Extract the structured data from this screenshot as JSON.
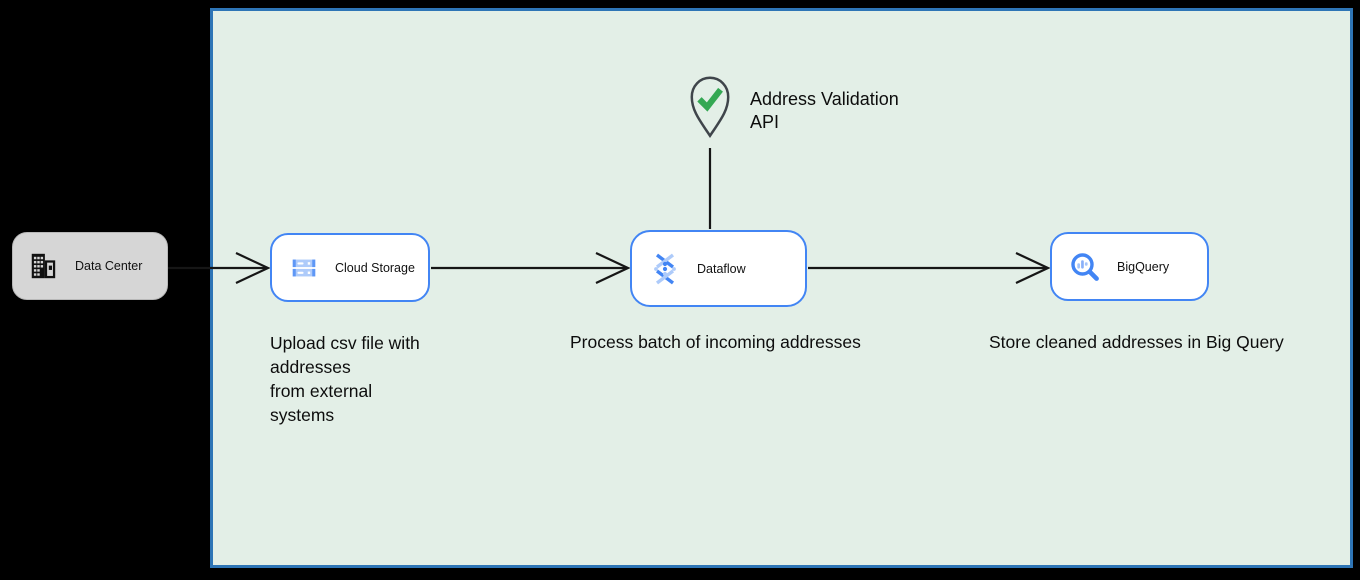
{
  "nodes": {
    "data_center": {
      "label": "Data Center",
      "icon": "building-icon"
    },
    "cloud_storage": {
      "label": "Cloud Storage",
      "icon": "cloud-storage-icon"
    },
    "dataflow": {
      "label": "Dataflow",
      "icon": "dataflow-icon"
    },
    "bigquery": {
      "label": "BigQuery",
      "icon": "bigquery-icon"
    }
  },
  "annotation": {
    "label": "Address Validation\nAPI",
    "icon": "map-pin-check-icon"
  },
  "captions": {
    "upload": "Upload csv file with\naddresses\nfrom external\nsystems",
    "process": "Process batch of incoming addresses",
    "store": "Store cleaned addresses in Big Query"
  },
  "colors": {
    "canvas_bg": "#000000",
    "zone_bg": "#e3efe7",
    "zone_border": "#2e75b6",
    "service_node_border": "#4285f4",
    "service_node_bg": "#ffffff",
    "external_node_bg": "#d6d6d6",
    "icon_blue_dark": "#4285f4",
    "icon_blue_light": "#aecbfa",
    "check_green": "#34a853",
    "pin_outline": "#3f454b",
    "text": "#0d0d0d",
    "connector": "#161616"
  }
}
